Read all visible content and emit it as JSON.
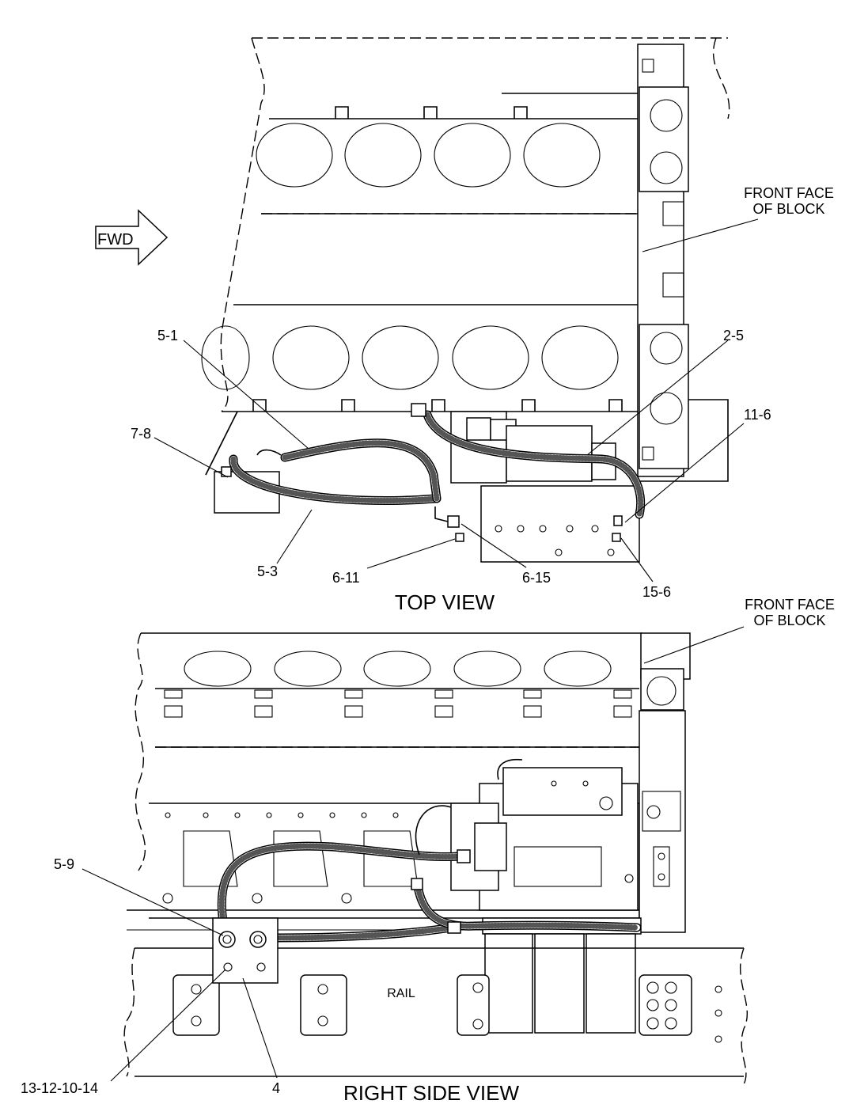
{
  "top_view": {
    "title": "TOP VIEW",
    "fwd_label": "FWD",
    "front_face_label": [
      "FRONT FACE",
      "OF BLOCK"
    ],
    "callouts": [
      "5-1",
      "2-5",
      "7-8",
      "11-6",
      "5-3",
      "6-11",
      "6-15",
      "15-6"
    ]
  },
  "side_view": {
    "title": "RIGHT SIDE VIEW",
    "front_face_label": [
      "FRONT FACE",
      "OF BLOCK"
    ],
    "rail_label": "RAIL",
    "callouts": [
      "5-9",
      "13-12-10-14",
      "4"
    ]
  }
}
